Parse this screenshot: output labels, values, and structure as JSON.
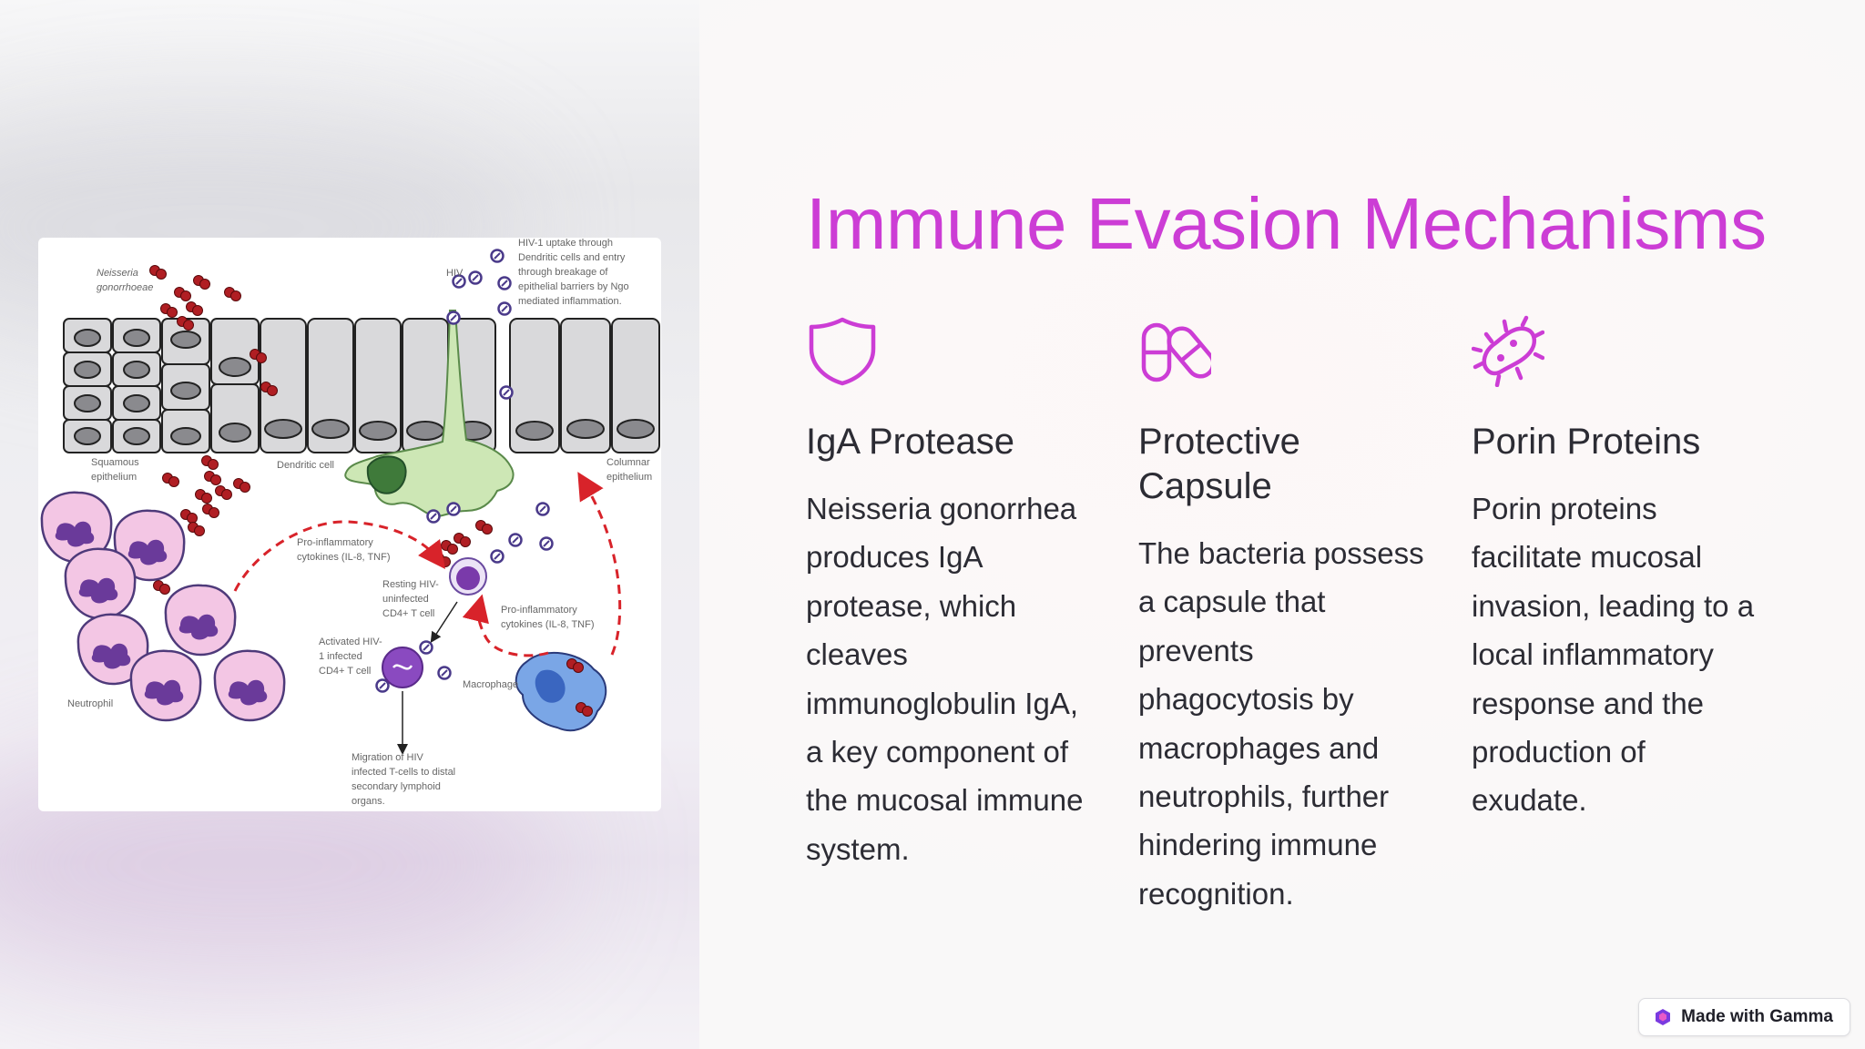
{
  "slide": {
    "title": "Immune Evasion Mechanisms",
    "accent_color": "#cc3dd5",
    "columns": [
      {
        "icon": "shield-icon",
        "heading": "IgA Protease",
        "body": "Neisseria gonorrhea produces IgA protease, which cleaves immunoglobulin IgA, a key component of the mucosal immune system."
      },
      {
        "icon": "capsule-pills-icon",
        "heading": "Protective Capsule",
        "body": "The bacteria possess a capsule that prevents phagocytosis by macrophages and neutrophils, further hindering immune recognition."
      },
      {
        "icon": "bacteria-icon",
        "heading": "Porin Proteins",
        "body": "Porin proteins facilitate mucosal invasion, leading to a local inflammatory response and the production of exudate."
      }
    ]
  },
  "diagram": {
    "labels": {
      "neisseria_1": "Neisseria",
      "neisseria_2": "gonorrhoeae",
      "hiv": "HIV",
      "hiv_uptake_1": "HIV-1 uptake through",
      "hiv_uptake_2": "Dendritic cells and entry",
      "hiv_uptake_3": "through breakage of",
      "hiv_uptake_4": "epithelial barriers by Ngo",
      "hiv_uptake_5": "mediated inflammation.",
      "squamous_1": "Squamous",
      "squamous_2": "epithelium",
      "dendritic": "Dendritic cell",
      "columnar_1": "Columnar",
      "columnar_2": "epithelium",
      "proinfl_a_1": "Pro-inflammatory",
      "proinfl_a_2": "cytokines (IL-8, TNF)",
      "resting_1": "Resting HIV-",
      "resting_2": "uninfected",
      "resting_3": "CD4+ T cell",
      "proinfl_b_1": "Pro-inflammatory",
      "proinfl_b_2": "cytokines (IL-8, TNF)",
      "activated_1": "Activated HIV-",
      "activated_2": "1 infected",
      "activated_3": "CD4+ T cell",
      "macrophage": "Macrophage",
      "neutrophil": "Neutrophil",
      "migration_1": "Migration of HIV",
      "migration_2": "infected T-cells to distal",
      "migration_3": "secondary lymphoid",
      "migration_4": "organs."
    }
  },
  "badge": {
    "label": "Made with Gamma",
    "icon": "gamma-logo-icon"
  }
}
